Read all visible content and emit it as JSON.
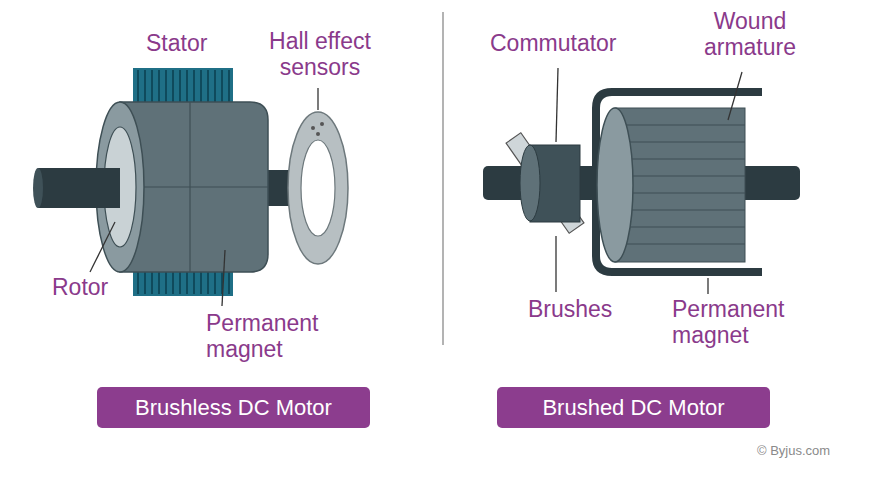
{
  "diagram": {
    "nodes": [
      {
        "text": [
          "Brushless DC Motor"
        ]
      },
      {
        "text": [
          "Brushed DC Motor"
        ]
      }
    ],
    "labels": [
      "Stator",
      "Hall effect sensors",
      "Rotor",
      "Permanent magnet",
      "Commutator",
      "Wound armature",
      "Brushes",
      "Permanent magnet",
      "© Byjus.com"
    ]
  }
}
